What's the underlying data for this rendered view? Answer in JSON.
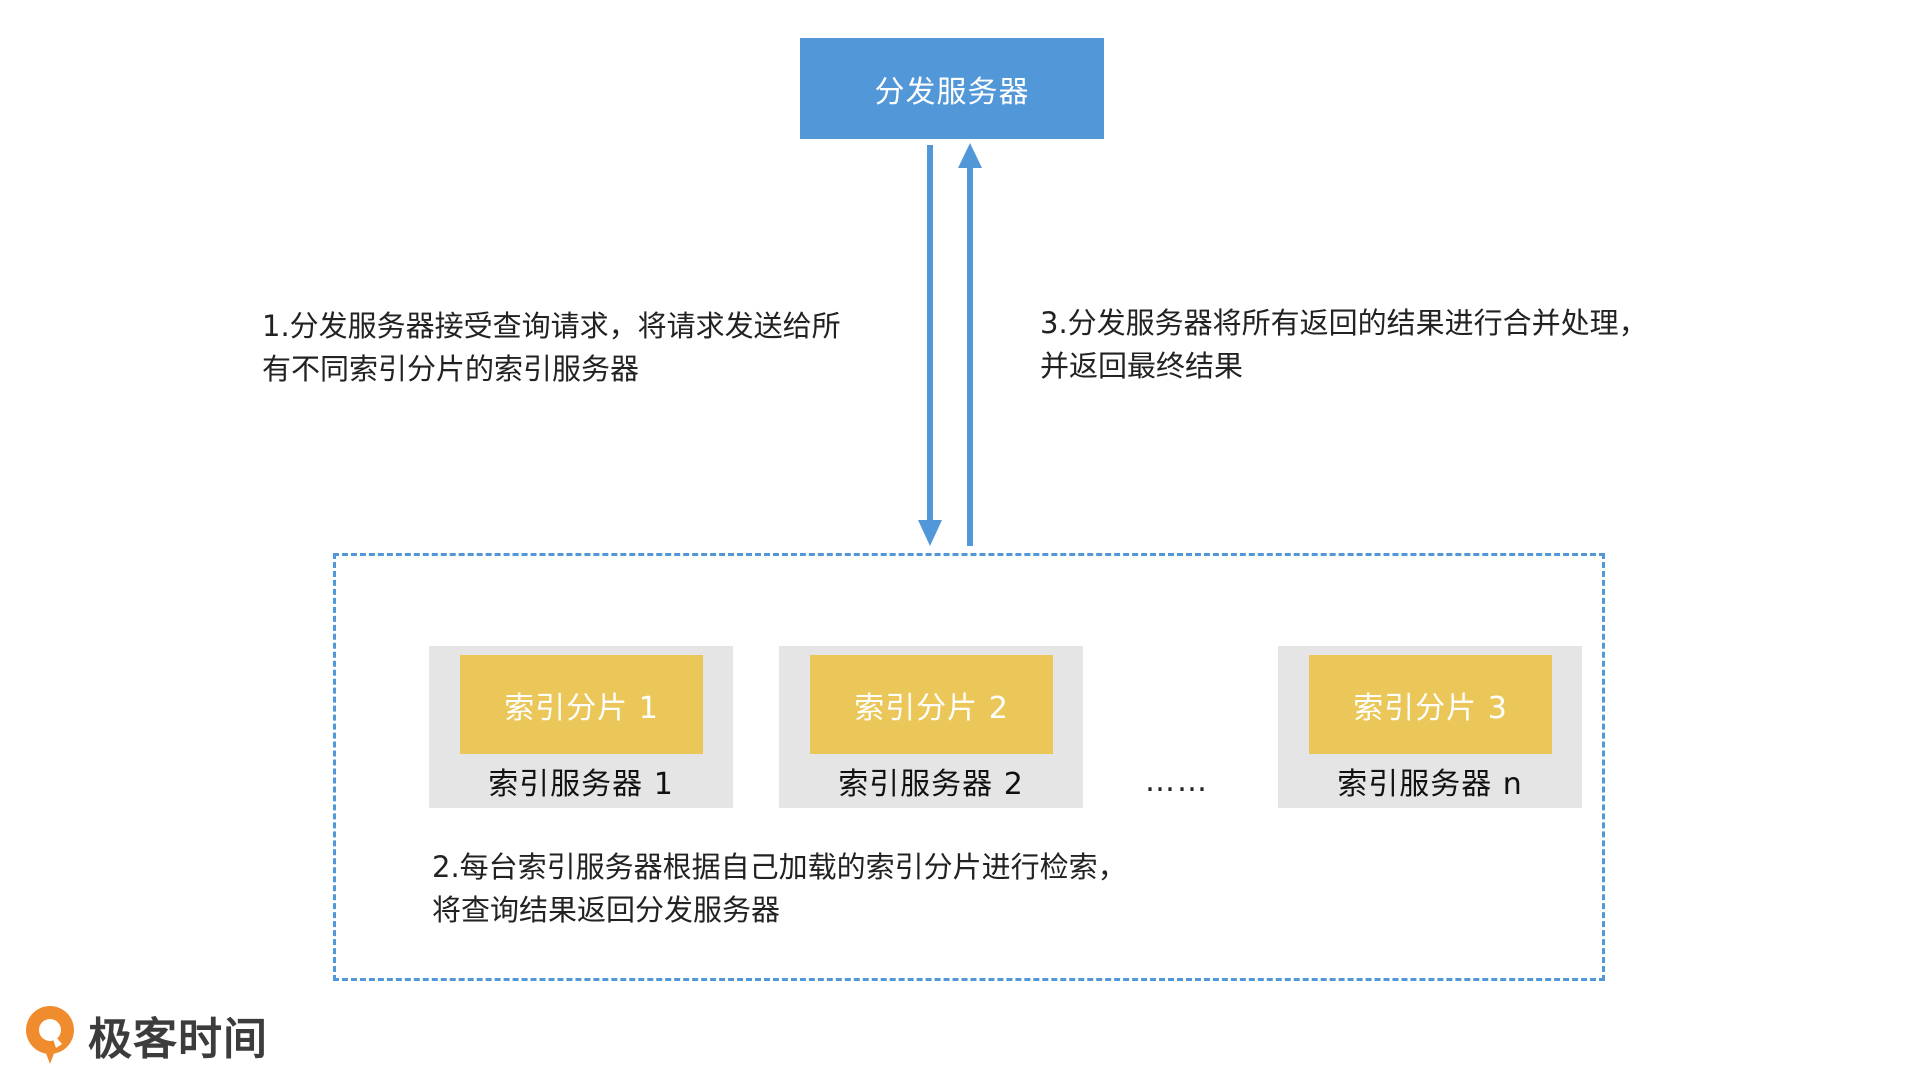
{
  "dispatch_server": {
    "label": "分发服务器"
  },
  "notes": {
    "step1": [
      "1.分发服务器接受查询请求，将请求发送给所",
      "有不同索引分片的索引服务器"
    ],
    "step2": [
      "2.每台索引服务器根据自己加载的索引分片进行检索，",
      "将查询结果返回分发服务器"
    ],
    "step3": [
      "3.分发服务器将所有返回的结果进行合并处理，",
      "并返回最终结果"
    ]
  },
  "index_servers": [
    {
      "shard": "索引分片 1",
      "server": "索引服务器 1"
    },
    {
      "shard": "索引分片 2",
      "server": "索引服务器 2"
    },
    {
      "shard": "索引分片 3",
      "server": "索引服务器 n"
    }
  ],
  "ellipsis": "……",
  "logo": {
    "text": "极客时间"
  },
  "colors": {
    "dispatch_blue": "#5297d7",
    "shard_yellow": "#ebc75a",
    "server_gray": "#e5e5e5",
    "logo_orange": "#f08c2e"
  }
}
